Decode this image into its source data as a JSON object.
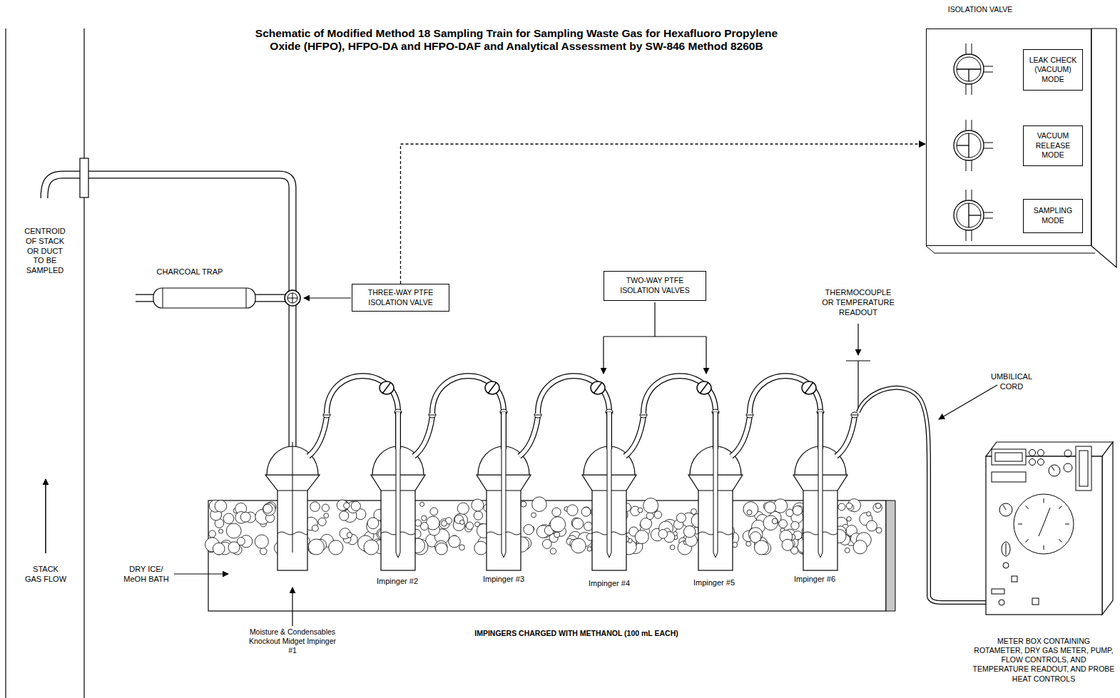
{
  "diagram": {
    "title": "Schematic of Modified Method 18 Sampling Train for Sampling Waste Gas for Hexafluoro Propylene Oxide (HFPO), HFPO-DA and HFPO-DAF and Analytical Assessment by SW-846 Method 8260B",
    "nodes": [
      {
        "text": [
          "ISOLATION VALVE"
        ]
      },
      {
        "text": [
          "LEAK CHECK (VACUUM) MODE"
        ],
        "in": 0
      },
      {
        "text": [
          "VACUUM RELEASE MODE"
        ],
        "in": 0
      },
      {
        "text": [
          "SAMPLING MODE"
        ],
        "in": 0
      },
      {
        "text": [
          "THREE-WAY PTFE ISOLATION VALVE"
        ]
      },
      {
        "text": [
          "TWO-WAY PTFE ISOLATION VALVES"
        ]
      }
    ],
    "edges": [
      {
        "from": 4,
        "to": 0,
        "arrow": "to"
      }
    ],
    "labels": [
      "CENTROID OF STACK OR DUCT TO BE SAMPLED",
      "CHARCOAL TRAP",
      "THERMOCOUPLE OR TEMPERATURE READOUT",
      "UMBILICAL CORD",
      "STACK GAS FLOW",
      "DRY ICE/ MeOH BATH",
      "Impinger #2",
      "Impinger #3",
      "Impinger #4",
      "Impinger #5",
      "Impinger #6",
      "Moisture & Condensables Knockout Midget Impinger #1",
      "IMPINGERS CHARGED WITH METHANOL (100 mL EACH)",
      "METER BOX CONTAINING ROTAMETER, DRY GAS METER, PUMP, FLOW CONTROLS, AND TEMPERATURE READOUT, AND PROBE HEAT CONTROLS"
    ]
  }
}
